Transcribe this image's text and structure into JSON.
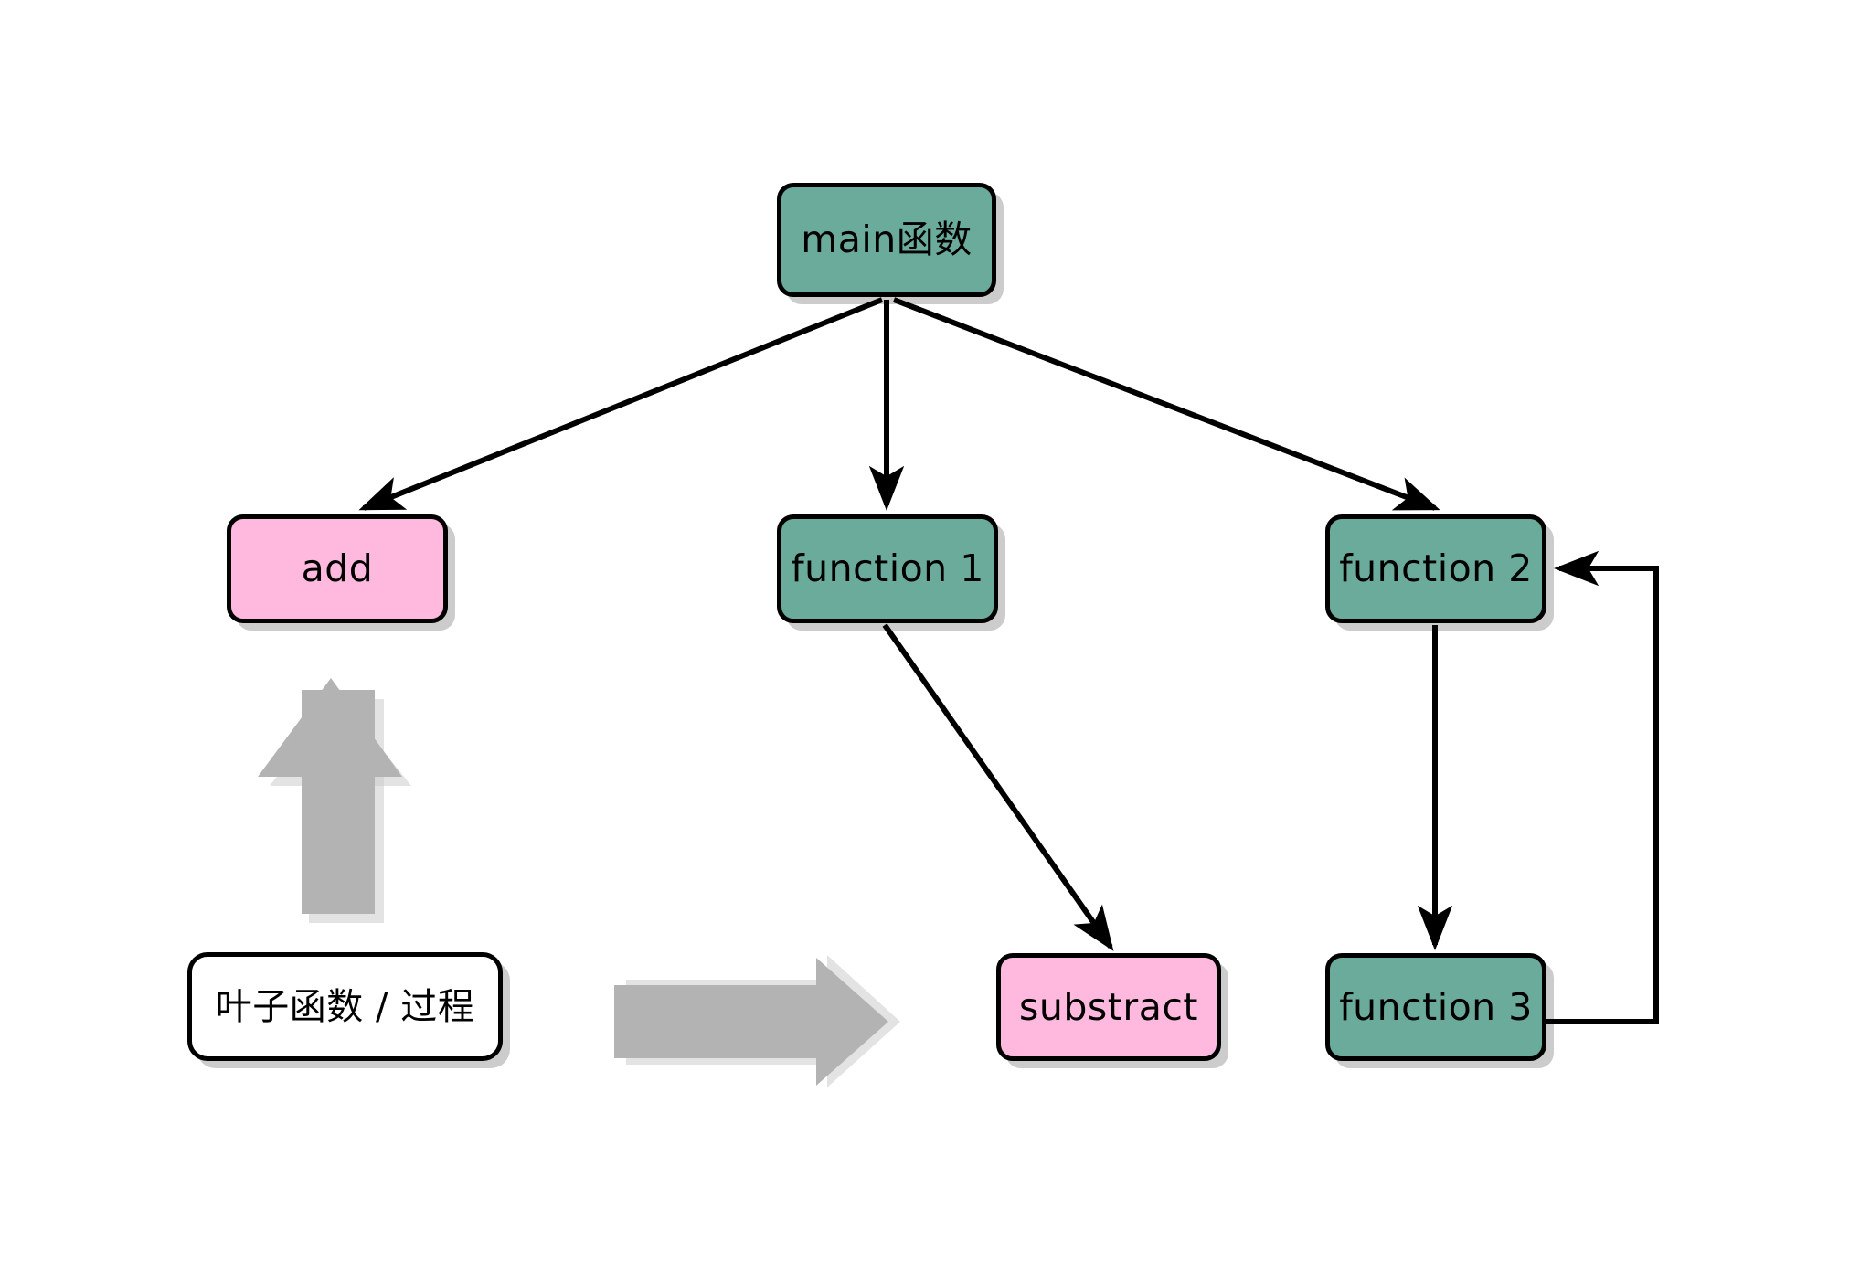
{
  "diagram": {
    "type": "call-graph",
    "title": "",
    "background": "#ffffff",
    "colors": {
      "teal_fill": "#6aab9c",
      "pink_fill": "#ffb8de",
      "white_fill": "#ffffff",
      "stroke": "#000000",
      "gray_arrow": "#b3b3b3",
      "shadow": "#cccccc"
    },
    "nodes": [
      {
        "id": "main",
        "label": "main函数",
        "kind": "non-leaf",
        "color": "teal"
      },
      {
        "id": "add",
        "label": "add",
        "kind": "leaf",
        "color": "pink"
      },
      {
        "id": "function1",
        "label": "function 1",
        "kind": "non-leaf",
        "color": "teal"
      },
      {
        "id": "function2",
        "label": "function 2",
        "kind": "non-leaf",
        "color": "teal"
      },
      {
        "id": "substract",
        "label": "substract",
        "kind": "leaf",
        "color": "pink"
      },
      {
        "id": "function3",
        "label": "function 3",
        "kind": "non-leaf",
        "color": "teal"
      }
    ],
    "edges": [
      {
        "from": "main",
        "to": "add",
        "style": "straight",
        "arrow": "end"
      },
      {
        "from": "main",
        "to": "function1",
        "style": "straight",
        "arrow": "end"
      },
      {
        "from": "main",
        "to": "function2",
        "style": "straight",
        "arrow": "end"
      },
      {
        "from": "function1",
        "to": "substract",
        "style": "straight",
        "arrow": "end"
      },
      {
        "from": "function2",
        "to": "function3",
        "style": "straight",
        "arrow": "end"
      },
      {
        "from": "function3",
        "to": "function2",
        "style": "orthogonal-loop",
        "arrow": "end"
      }
    ],
    "legend": {
      "label": "叶子函数 / 过程",
      "up_arrow_name": "gray-up-arrow",
      "right_arrow_name": "gray-right-arrow",
      "points_to": "add",
      "right_arrow_points_to": "substract"
    }
  }
}
